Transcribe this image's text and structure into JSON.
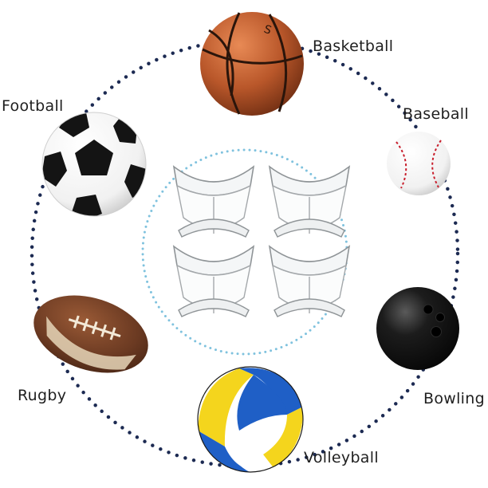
{
  "labels": {
    "basketball": "Basketball",
    "football": "Football",
    "baseball": "Baseball",
    "rugby": "Rugby",
    "bowling": "Bowling",
    "volleyball": "Volleyball"
  },
  "colors": {
    "outer_dots": "#1c2a52",
    "inner_dots": "#7fc2de",
    "basketball": "#b55a2a",
    "football_dark": "#141414",
    "rugby": "#6b3a22",
    "bowling": "#111111",
    "volleyball_blue": "#1f5fc6",
    "volleyball_yellow": "#f4d51d",
    "baseball_stitch": "#c81e2c"
  },
  "icons": [
    "basketball-icon",
    "football-icon",
    "baseball-icon",
    "rugby-icon",
    "bowling-icon",
    "volleyball-icon",
    "ball-stand-icon"
  ]
}
